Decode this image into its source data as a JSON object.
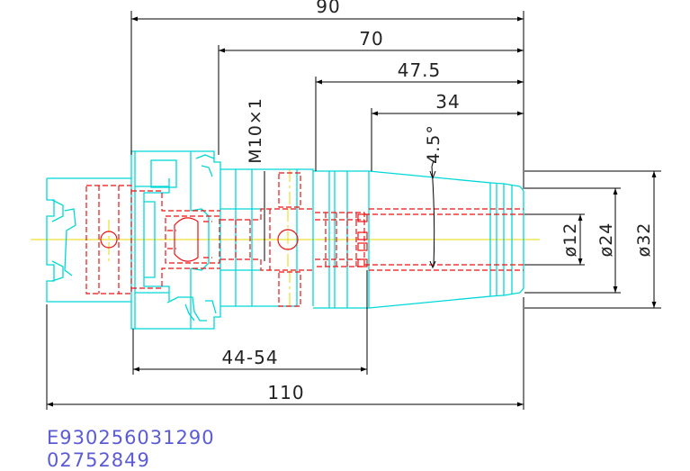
{
  "dimensions": {
    "length_90": "90",
    "length_70": "70",
    "length_47_5": "47.5",
    "length_34": "34",
    "angle": "4.5°",
    "thread": "M10×1",
    "dia_12": "ø12",
    "dia_24": "ø24",
    "dia_32": "ø32",
    "length_44_54": "44-54",
    "length_110": "110"
  },
  "codes": {
    "part_number": "E930256031290",
    "serial": "02752849"
  },
  "colors": {
    "outline": "#00d8d8",
    "hidden": "#ee1111",
    "centerline": "#e8d800",
    "dimension": "#000000",
    "code_text": "#5b5bd6"
  }
}
